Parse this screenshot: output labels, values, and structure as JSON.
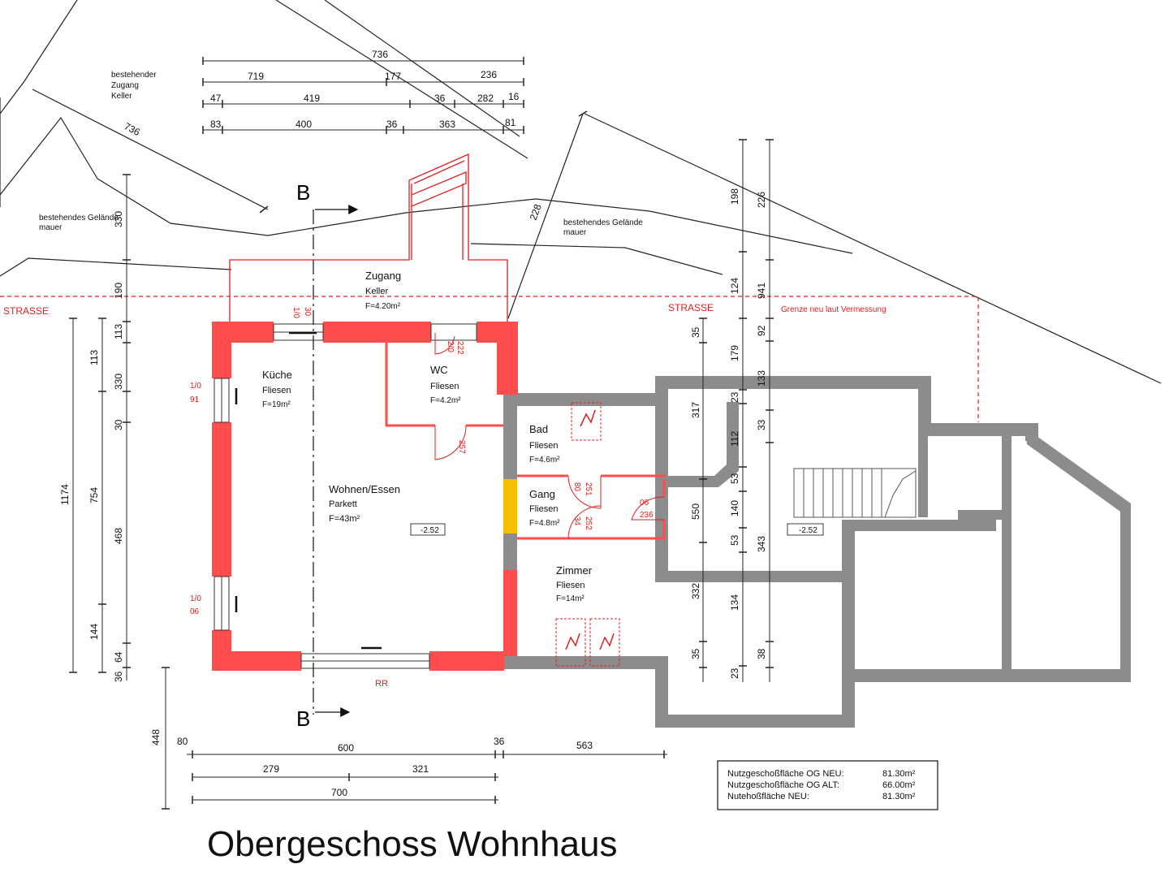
{
  "title": "Obergeschoss Wohnhaus",
  "colors": {
    "new_wall": "#ff4d4d",
    "old_wall": "#8c8c8c",
    "highlight": "#f6c000",
    "boundary": "#e02020",
    "line": "#111111"
  },
  "street": {
    "left": "STRASSE",
    "right": "STRASSE",
    "boundary_note": "Grenze neu laut Vermessung"
  },
  "section": {
    "top": "B",
    "bottom": "B"
  },
  "terrain": {
    "access_note_1": "bestehender",
    "access_note_2": "Zugang",
    "access_note_3": "Keller",
    "left_note_1": "bestehendes Gelände",
    "left_note_2": "mauer",
    "right_note_1": "bestehendes Gelände",
    "right_note_2": "mauer",
    "diag_1": "736",
    "diag_2": "228"
  },
  "rooms": {
    "zugang": {
      "name": "Zugang",
      "sub": "Keller",
      "area": "F=4.20m²"
    },
    "kueche": {
      "name": "Küche",
      "sub": "Fliesen",
      "area": "F=19m²"
    },
    "wc": {
      "name": "WC",
      "sub": "Fliesen",
      "area": "F=4.2m²"
    },
    "wohnen": {
      "name": "Wohnen/Essen",
      "sub": "Parkett",
      "area": "F=43m²"
    },
    "bad": {
      "name": "Bad",
      "sub": "Fliesen",
      "area": "F=4.6m²"
    },
    "gang": {
      "name": "Gang",
      "sub": "Fliesen",
      "area": "F=4.8m²"
    },
    "zimmer": {
      "name": "Zimmer",
      "sub": "Fliesen",
      "area": "F=14m²"
    }
  },
  "levels": {
    "main": "-2.52",
    "right": "-2.52"
  },
  "window_marks": {
    "w1a": "1/0",
    "w1b": "30",
    "w2a": "1/0",
    "w2b": "91",
    "w3a": "1/0",
    "w3b": "06",
    "rr": "RR",
    "d1": "2/0",
    "d2": "222",
    "d3": "257",
    "d4": "80",
    "d5": "251",
    "d6": "34",
    "d7": "252",
    "d8": "06",
    "d9": "236"
  },
  "dims_top": {
    "r1": [
      "736"
    ],
    "r2": [
      "719",
      "177",
      "236"
    ],
    "r3": [
      "47",
      "419",
      "36",
      "282",
      "16"
    ],
    "r4": [
      "83",
      "400",
      "36",
      "363",
      "81"
    ]
  },
  "dims_left": {
    "a": [
      "330",
      "190",
      "113",
      "330",
      "30",
      "468",
      "64",
      "36"
    ],
    "b": [
      "113",
      "754",
      "144"
    ],
    "c": [
      "1174"
    ],
    "d": [
      "448"
    ]
  },
  "dims_right": {
    "a": [
      "35",
      "317",
      "550",
      "332",
      "35"
    ],
    "b": [
      "198",
      "124",
      "179",
      "23",
      "112",
      "53",
      "140",
      "53",
      "134",
      "23"
    ],
    "c": [
      "226",
      "941",
      "92",
      "133",
      "33",
      "343",
      "38"
    ]
  },
  "dims_bottom": {
    "r1": [
      "80",
      "600",
      "36",
      "563"
    ],
    "r2": [
      "279",
      "321"
    ],
    "r3": [
      "700"
    ]
  },
  "legend": [
    {
      "label": "Nutzgeschoßfläche OG NEU:",
      "value": "81.30m²"
    },
    {
      "label": "Nutzgeschoßfläche OG ALT:",
      "value": "66.00m²"
    },
    {
      "label": "Nutehoßfläche NEU:",
      "value": "81.30m²"
    }
  ]
}
